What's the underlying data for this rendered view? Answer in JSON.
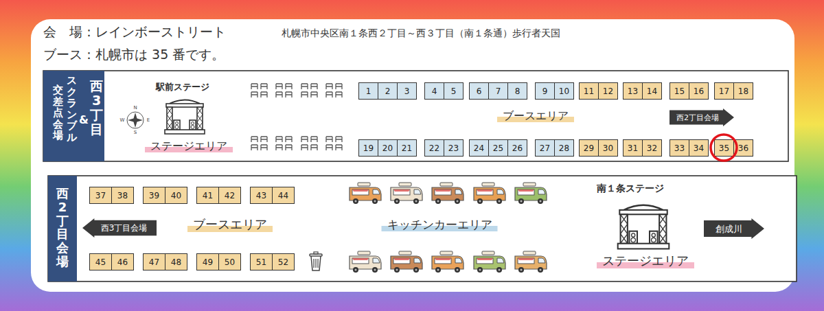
{
  "diagram": {
    "nodes": [
      {
        "text": [
          "西3丁目",
          "&",
          "スクランブル",
          "交差点会場"
        ]
      },
      {
        "text": [
          "1"
        ]
      },
      {
        "text": [
          "2"
        ]
      },
      {
        "text": [
          "3"
        ]
      },
      {
        "text": [
          "4"
        ]
      },
      {
        "text": [
          "5"
        ]
      },
      {
        "text": [
          "6"
        ]
      },
      {
        "text": [
          "7"
        ]
      },
      {
        "text": [
          "8"
        ]
      },
      {
        "text": [
          "9"
        ]
      },
      {
        "text": [
          "10"
        ]
      },
      {
        "text": [
          "11"
        ]
      },
      {
        "text": [
          "12"
        ]
      },
      {
        "text": [
          "13"
        ]
      },
      {
        "text": [
          "14"
        ]
      },
      {
        "text": [
          "15"
        ]
      },
      {
        "text": [
          "16"
        ]
      },
      {
        "text": [
          "17"
        ]
      },
      {
        "text": [
          "18"
        ]
      },
      {
        "text": [
          "19"
        ]
      },
      {
        "text": [
          "20"
        ]
      },
      {
        "text": [
          "21"
        ]
      },
      {
        "text": [
          "22"
        ]
      },
      {
        "text": [
          "23"
        ]
      },
      {
        "text": [
          "24"
        ]
      },
      {
        "text": [
          "25"
        ]
      },
      {
        "text": [
          "26"
        ]
      },
      {
        "text": [
          "27"
        ]
      },
      {
        "text": [
          "28"
        ]
      },
      {
        "text": [
          "29"
        ]
      },
      {
        "text": [
          "30"
        ]
      },
      {
        "text": [
          "31"
        ]
      },
      {
        "text": [
          "32"
        ]
      },
      {
        "text": [
          "33"
        ]
      },
      {
        "text": [
          "34"
        ]
      },
      {
        "text": [
          "35"
        ]
      },
      {
        "text": [
          "36"
        ]
      },
      {
        "text": [
          "西2丁目会場"
        ]
      },
      {
        "text": [
          "西2丁目会場"
        ]
      },
      {
        "text": [
          "37"
        ]
      },
      {
        "text": [
          "38"
        ]
      },
      {
        "text": [
          "39"
        ]
      },
      {
        "text": [
          "40"
        ]
      },
      {
        "text": [
          "41"
        ]
      },
      {
        "text": [
          "42"
        ]
      },
      {
        "text": [
          "43"
        ]
      },
      {
        "text": [
          "44"
        ]
      },
      {
        "text": [
          "西3丁目会場"
        ]
      },
      {
        "text": [
          "45"
        ]
      },
      {
        "text": [
          "46"
        ]
      },
      {
        "text": [
          "47"
        ]
      },
      {
        "text": [
          "48"
        ]
      },
      {
        "text": [
          "49"
        ]
      },
      {
        "text": [
          "50"
        ]
      },
      {
        "text": [
          "51"
        ]
      },
      {
        "text": [
          "52"
        ]
      },
      {
        "text": [
          "創成川"
        ]
      }
    ],
    "labels": [
      "会　場：レインボーストリート",
      "札幌市中央区南１条西２丁目～西３丁目（南１条通）歩行者天国",
      "ブース：札幌市は 35 番です。",
      "駅前ステージ",
      "N",
      "E",
      "S",
      "W",
      "ステージエリア",
      "ブースエリア",
      "ブースエリア",
      "キッチンカーエリア",
      "南１条ステージ",
      "ステージエリア"
    ]
  }
}
